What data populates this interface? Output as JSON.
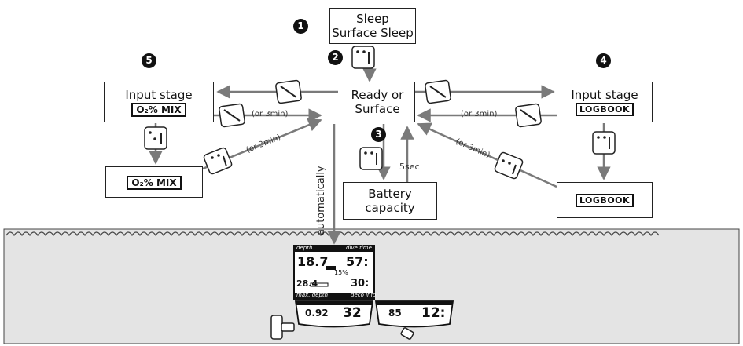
{
  "nodes": {
    "sleep": {
      "line1": "Sleep",
      "line2": "Surface Sleep"
    },
    "ready": {
      "line1": "Ready or",
      "line2": "Surface"
    },
    "input_left": {
      "title": "Input stage",
      "tag": "O₂% MIX"
    },
    "o2mix": {
      "tag": "O₂% MIX"
    },
    "input_right": {
      "title": "Input stage",
      "tag": "LOGBOOK"
    },
    "logbook": {
      "tag": "LOGBOOK"
    },
    "battery": {
      "line1": "Battery",
      "line2": "capacity"
    }
  },
  "step_numbers": [
    "1",
    "2",
    "3",
    "4",
    "5"
  ],
  "labels": {
    "or3min": "(or 3min)",
    "five_sec": "5sec",
    "automatically": "automatically"
  },
  "display": {
    "depth_label": "depth",
    "dive_time_label": "dive time",
    "depth_value": "18.7",
    "dive_time_value": "57:",
    "percent_value": "15%",
    "max_depth_value": "28.4",
    "deco_value": "30:",
    "max_depth_label": "max. depth",
    "deco_info_label": "deco info",
    "alt1_left": "0.92",
    "alt1_right": "32",
    "alt2_left": "85",
    "alt2_right": "12:"
  },
  "colors": {
    "arrow": "#7a7a7a",
    "water": "#e4e4e4",
    "ink": "#111111"
  },
  "icons": [
    "magnet-contact-icon",
    "water-wave-icon",
    "tank-valve-icon"
  ]
}
